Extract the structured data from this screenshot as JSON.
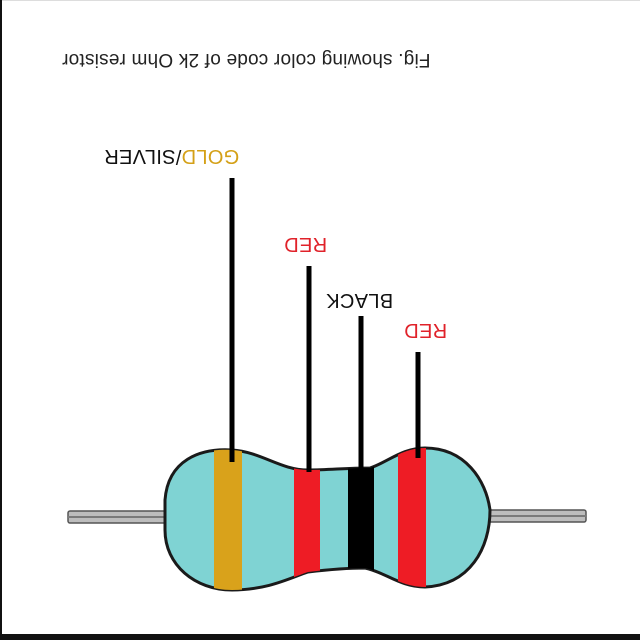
{
  "caption": "Fig. showing color code of 2k Ohm resistor",
  "labels": {
    "gold_silver_gold": "GOLD",
    "gold_silver_rest": "/SILVER",
    "red_first": "RED",
    "black": "BLACK",
    "red_second": "RED"
  },
  "colors": {
    "body": "#7fd3d3",
    "body_outline": "#1a1a1a",
    "lead": "#bdbdbd",
    "gold": "#d9a21b",
    "red": "#ee1c25",
    "black": "#000000",
    "pointer": "#000000"
  }
}
